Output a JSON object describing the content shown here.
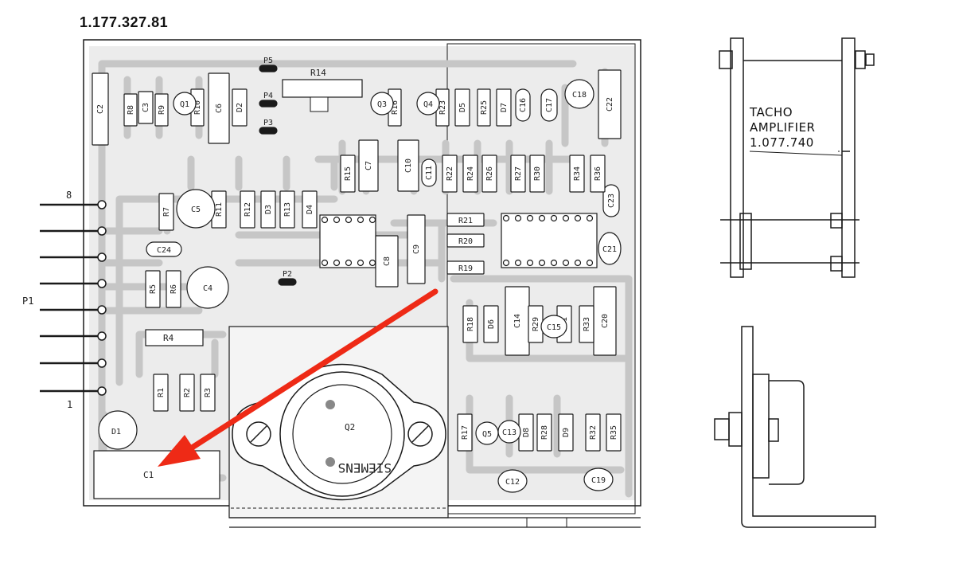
{
  "drawing_number": "1.177.327.81",
  "tacho_label": [
    "TACHO",
    "AMPLIFIER",
    "1.077.740"
  ],
  "connector": {
    "name": "P1",
    "pin_first": "1",
    "pin_last": "8"
  },
  "transistor_main": "Q2",
  "mirrored_text": "SIEMENS",
  "components": [
    {
      "id": "C1"
    },
    {
      "id": "C2"
    },
    {
      "id": "C3"
    },
    {
      "id": "C4"
    },
    {
      "id": "C5"
    },
    {
      "id": "C6"
    },
    {
      "id": "C7"
    },
    {
      "id": "C8"
    },
    {
      "id": "C9"
    },
    {
      "id": "C10"
    },
    {
      "id": "C11"
    },
    {
      "id": "C12"
    },
    {
      "id": "C13"
    },
    {
      "id": "C14"
    },
    {
      "id": "C15"
    },
    {
      "id": "C16"
    },
    {
      "id": "C17"
    },
    {
      "id": "C18"
    },
    {
      "id": "C19"
    },
    {
      "id": "C20"
    },
    {
      "id": "C21"
    },
    {
      "id": "C22"
    },
    {
      "id": "C23"
    },
    {
      "id": "C24"
    },
    {
      "id": "R1"
    },
    {
      "id": "R2"
    },
    {
      "id": "R3"
    },
    {
      "id": "R4"
    },
    {
      "id": "R5"
    },
    {
      "id": "R6"
    },
    {
      "id": "R7"
    },
    {
      "id": "R8"
    },
    {
      "id": "R9"
    },
    {
      "id": "R10"
    },
    {
      "id": "R11"
    },
    {
      "id": "R12"
    },
    {
      "id": "R13"
    },
    {
      "id": "R14"
    },
    {
      "id": "R15"
    },
    {
      "id": "R16"
    },
    {
      "id": "R17"
    },
    {
      "id": "R18"
    },
    {
      "id": "R19"
    },
    {
      "id": "R20"
    },
    {
      "id": "R21"
    },
    {
      "id": "R22"
    },
    {
      "id": "R23"
    },
    {
      "id": "R24"
    },
    {
      "id": "R25"
    },
    {
      "id": "R26"
    },
    {
      "id": "R27"
    },
    {
      "id": "R28"
    },
    {
      "id": "R29"
    },
    {
      "id": "R30"
    },
    {
      "id": "R31"
    },
    {
      "id": "R32"
    },
    {
      "id": "R33"
    },
    {
      "id": "R34"
    },
    {
      "id": "R35"
    },
    {
      "id": "R36"
    },
    {
      "id": "D1"
    },
    {
      "id": "D2"
    },
    {
      "id": "D3"
    },
    {
      "id": "D4"
    },
    {
      "id": "D5"
    },
    {
      "id": "D6"
    },
    {
      "id": "D7"
    },
    {
      "id": "D8"
    },
    {
      "id": "D9"
    },
    {
      "id": "Q1"
    },
    {
      "id": "Q3"
    },
    {
      "id": "Q4"
    },
    {
      "id": "Q5"
    },
    {
      "id": "P2"
    },
    {
      "id": "P3"
    },
    {
      "id": "P4"
    },
    {
      "id": "P5"
    },
    {
      "id": "IC1"
    }
  ],
  "colors": {
    "line": "#1a1a1a",
    "trace": "#cfcfcf",
    "board": "#e6e6e6",
    "arrow": "#ee2a16"
  }
}
